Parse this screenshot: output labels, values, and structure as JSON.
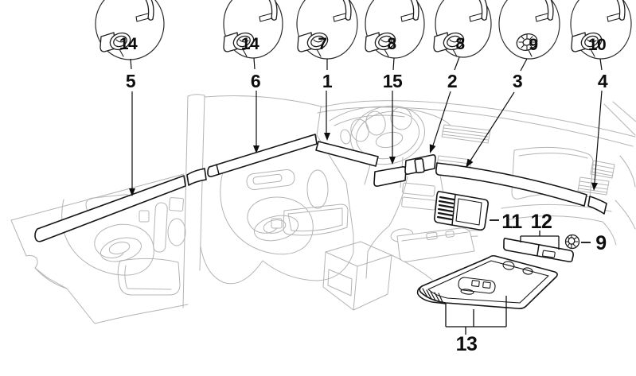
{
  "figure": {
    "background": "#ffffff",
    "artwork_color": "#b4b4b4",
    "highlight_color": "#161616",
    "label_color": "#0d0d0d"
  },
  "top_callouts": [
    {
      "fastener": "14",
      "item": "5"
    },
    {
      "fastener": "14",
      "item": "6"
    },
    {
      "fastener": "7",
      "item": "1"
    },
    {
      "fastener": "8",
      "item": "15"
    },
    {
      "fastener": "8",
      "item": "2"
    },
    {
      "fastener": "9",
      "item": "3"
    },
    {
      "fastener": "10",
      "item": "4"
    }
  ],
  "part_labels": {
    "vent_trim": "11",
    "glovebox_strip": "12",
    "clip": "9",
    "lower_panel": "13"
  }
}
